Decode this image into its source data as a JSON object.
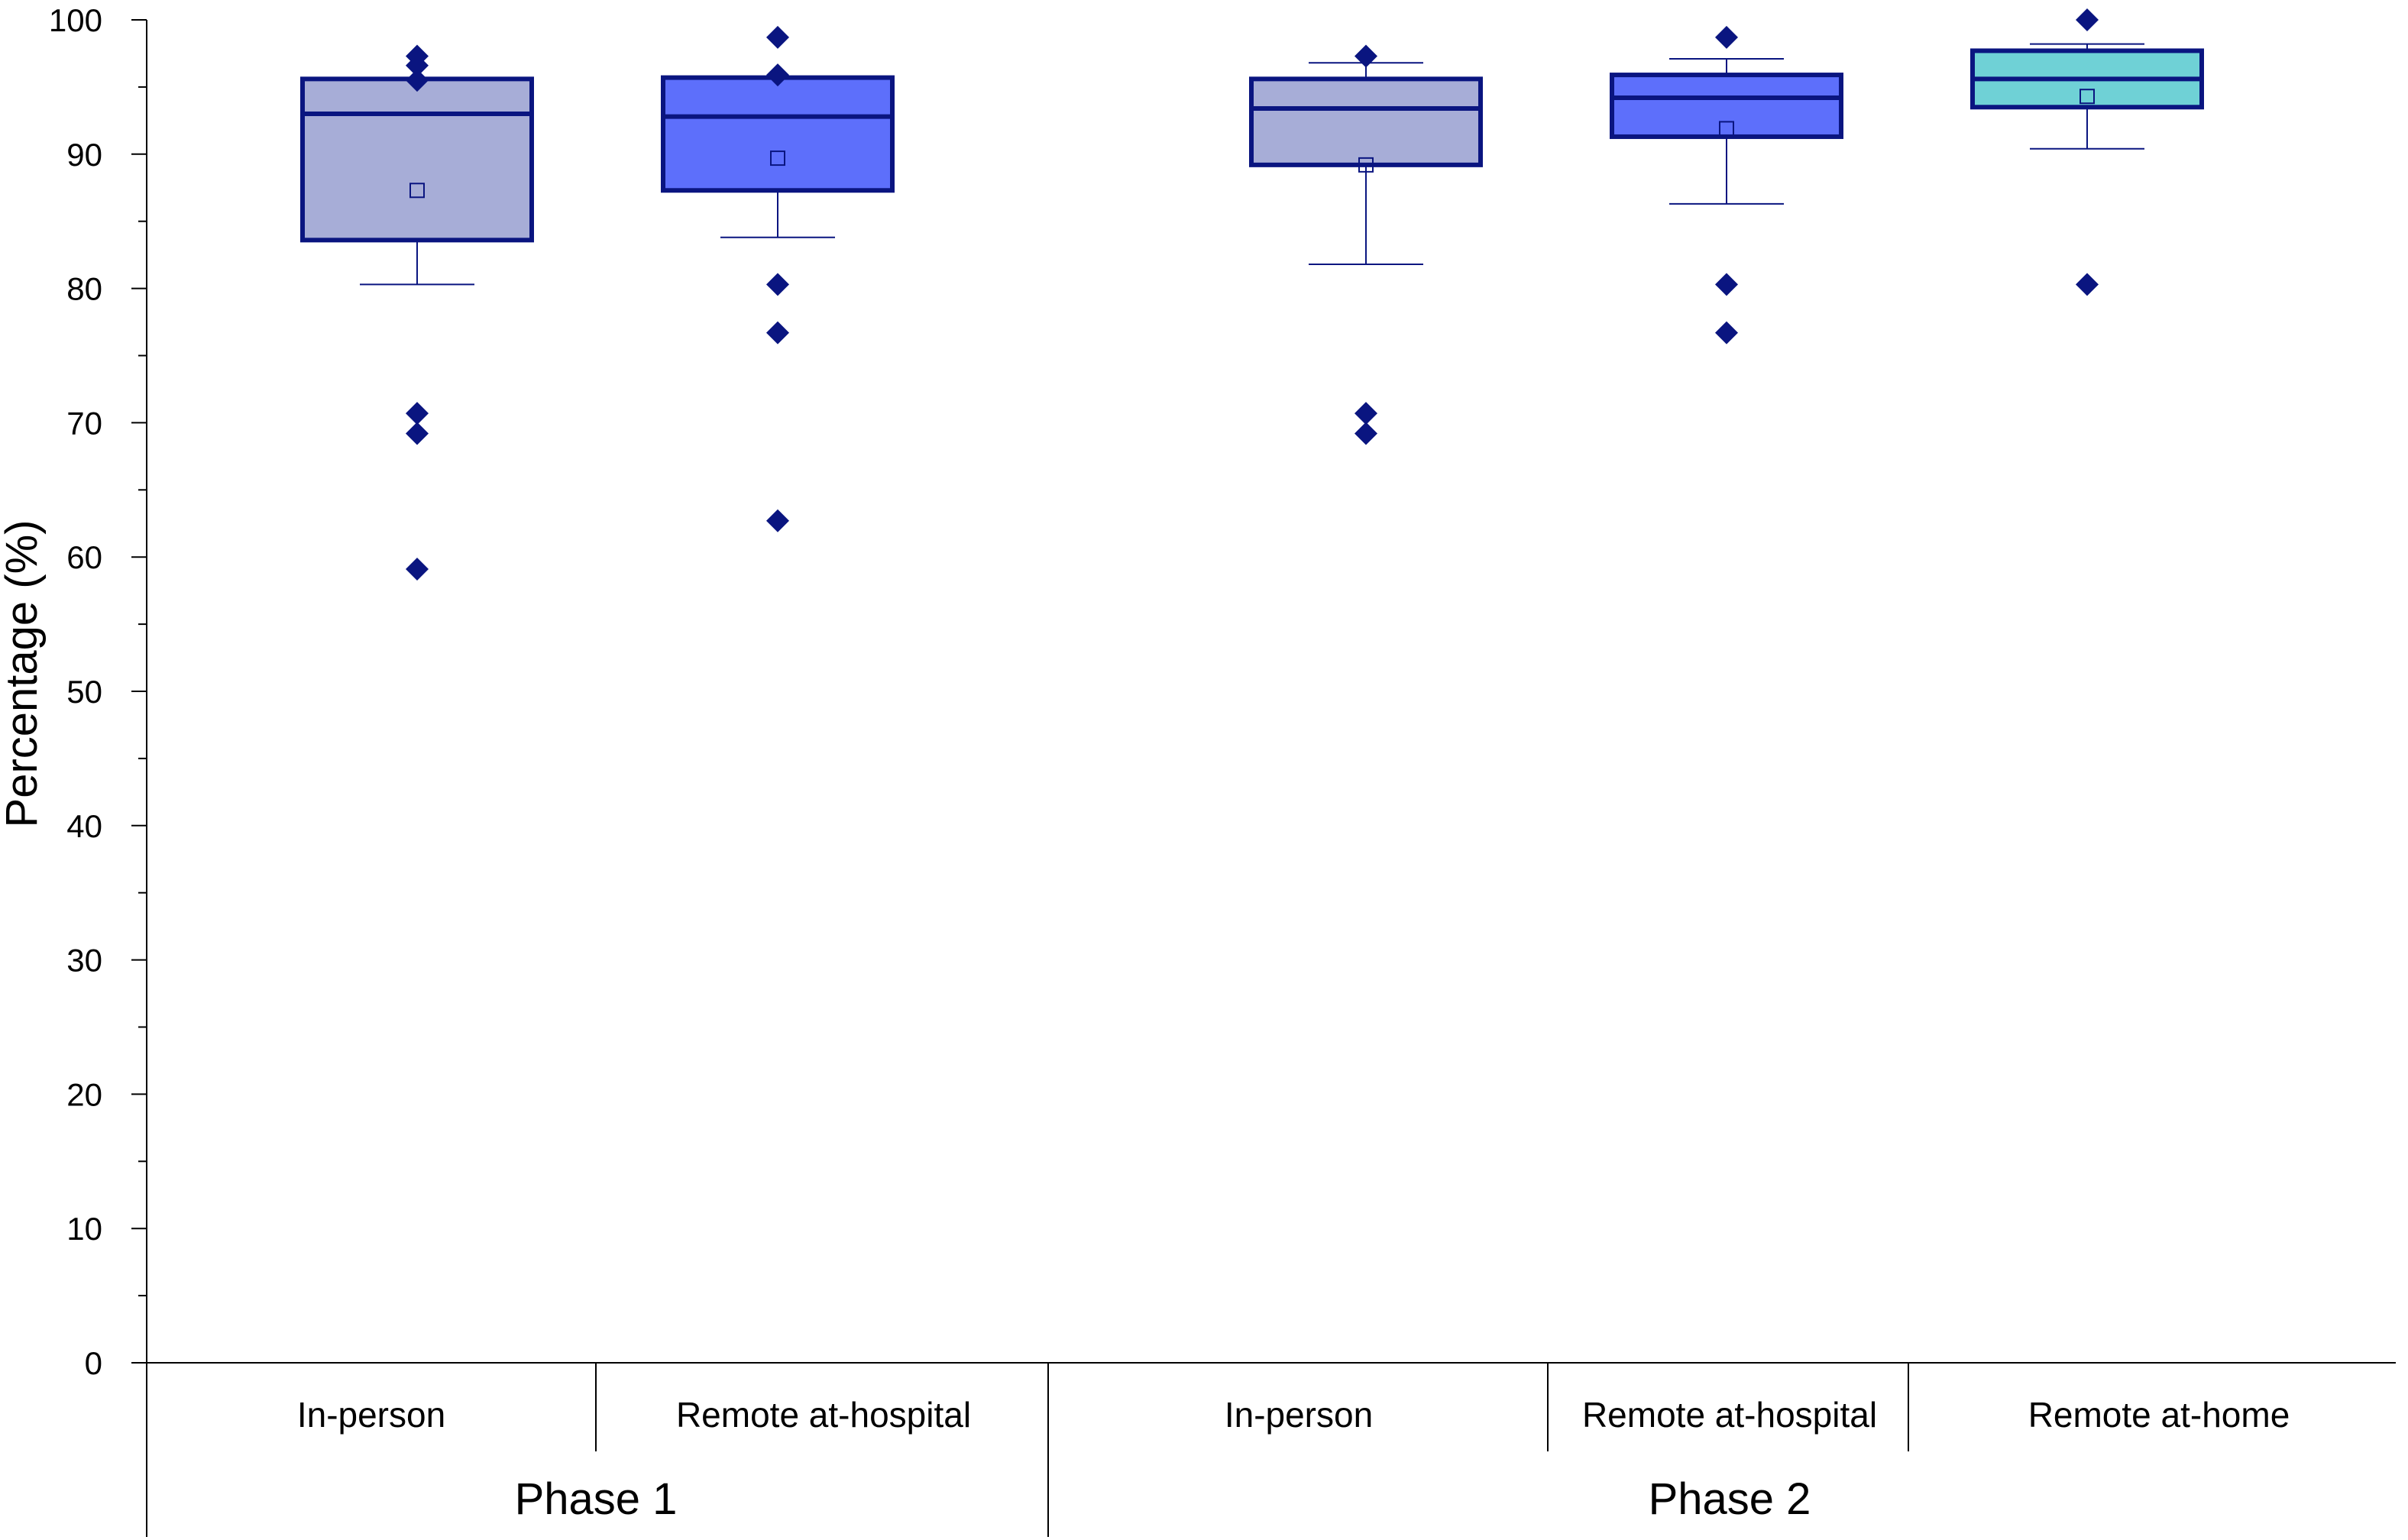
{
  "chart_data": {
    "type": "box",
    "ylabel": "Percentage (%)",
    "xlabel": "",
    "title": "",
    "ylim": [
      0,
      100
    ],
    "yticks": [
      0,
      10,
      20,
      30,
      40,
      50,
      60,
      70,
      80,
      90,
      100
    ],
    "ytick_labels": [
      "0",
      "10",
      "20",
      "30",
      "40",
      "50",
      "60",
      "70",
      "80",
      "90",
      "100"
    ],
    "minor_ticks": true,
    "grid": false,
    "legend": "none",
    "colors": {
      "outline": "#0a1580",
      "in_person": "#a7add7",
      "remote_hospital": "#5d6ffb",
      "remote_home": "#6fd1d6",
      "outlier": "#0a1580"
    },
    "groups": [
      {
        "name": "Phase 1",
        "categories": [
          "In-person",
          "Remote at-hospital"
        ]
      },
      {
        "name": "Phase 2",
        "categories": [
          "In-person",
          "Remote at-hospital",
          "Remote at-home"
        ]
      }
    ],
    "boxes": [
      {
        "group": "Phase 1",
        "category": "In-person",
        "color_key": "in_person",
        "q1": 83.6,
        "median": 93.0,
        "q3": 95.6,
        "mean": 87.3,
        "whisker_low": 80.3,
        "whisker_high": 94.3,
        "outliers": [
          97.3,
          96.6,
          95.5,
          70.7,
          69.2,
          59.1
        ]
      },
      {
        "group": "Phase 1",
        "category": "Remote at-hospital",
        "color_key": "remote_hospital",
        "q1": 87.3,
        "median": 92.8,
        "q3": 95.7,
        "mean": 89.7,
        "whisker_low": 83.8,
        "whisker_high": 95.4,
        "outliers": [
          98.7,
          95.9,
          80.3,
          76.7,
          62.7
        ]
      },
      {
        "group": "Phase 2",
        "category": "In-person",
        "color_key": "in_person",
        "q1": 89.2,
        "median": 93.4,
        "q3": 95.6,
        "mean": 89.2,
        "whisker_low": 81.8,
        "whisker_high": 96.8,
        "outliers": [
          97.3,
          70.7,
          69.2
        ]
      },
      {
        "group": "Phase 2",
        "category": "Remote at-hospital",
        "color_key": "remote_hospital",
        "q1": 91.3,
        "median": 94.2,
        "q3": 95.9,
        "mean": 91.9,
        "whisker_low": 86.3,
        "whisker_high": 97.1,
        "outliers": [
          98.7,
          80.3,
          76.7
        ]
      },
      {
        "group": "Phase 2",
        "category": "Remote at-home",
        "color_key": "remote_home",
        "q1": 93.5,
        "median": 95.6,
        "q3": 97.7,
        "mean": 94.3,
        "whisker_low": 90.4,
        "whisker_high": 98.2,
        "outliers": [
          100.0,
          80.3
        ]
      }
    ]
  }
}
